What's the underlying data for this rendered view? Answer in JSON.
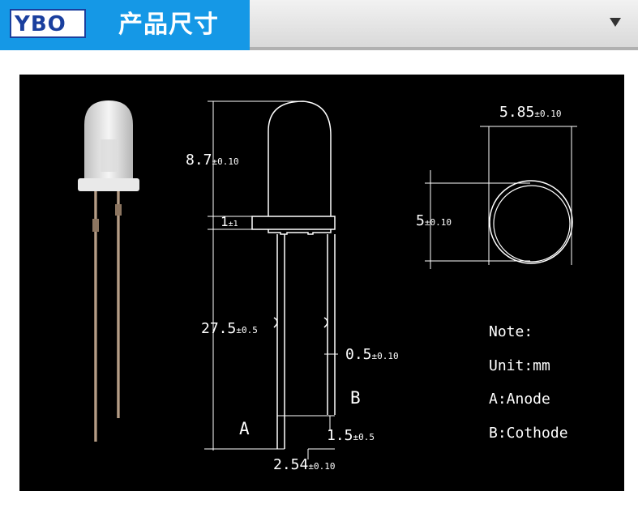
{
  "header": {
    "logo_text": "YBO",
    "title": "产品尺寸",
    "dropdown_icon": "triangle-down-icon"
  },
  "colors": {
    "header_blue": "#1598e6",
    "logo_blue": "#1a3f9e",
    "panel_background": "#000000",
    "line": "#ffffff"
  },
  "dimensions": {
    "diameter_outer": {
      "value": "5.85",
      "tolerance": "±0.10"
    },
    "lens_height": {
      "value": "8.7",
      "tolerance": "±0.10"
    },
    "flange_height": {
      "value": "1",
      "tolerance": "±1"
    },
    "body_diameter": {
      "value": "5",
      "tolerance": "±0.10"
    },
    "lead_length": {
      "value": "27.5",
      "tolerance": "±0.5"
    },
    "lead_width": {
      "value": "0.5",
      "tolerance": "±0.10"
    },
    "lead_difference": {
      "value": "1.5",
      "tolerance": "±0.5"
    },
    "lead_spacing": {
      "value": "2.54",
      "tolerance": "±0.10"
    }
  },
  "pins": {
    "a": "A",
    "b": "B"
  },
  "notes": [
    "Note:",
    "Unit:mm",
    "A:Anode",
    "B:Cothode"
  ]
}
